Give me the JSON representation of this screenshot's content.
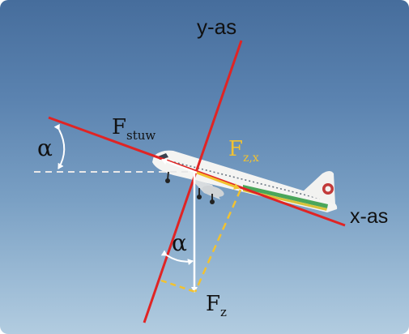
{
  "diagram": {
    "y_axis_label": "y-as",
    "x_axis_label": "x-as",
    "thrust_symbol": "F",
    "thrust_subscript": "stuw",
    "force_component_symbol": "F",
    "force_component_subscript": "z,x",
    "weight_symbol": "F",
    "weight_subscript": "z",
    "angle_symbol_left": "α",
    "angle_symbol_bottom": "α"
  },
  "colors": {
    "axis_line": "#e02424",
    "force_component": "#f2c230",
    "vector_white": "#ffffff",
    "sky_top": "#466d9c",
    "sky_bottom": "#b2cce0"
  }
}
